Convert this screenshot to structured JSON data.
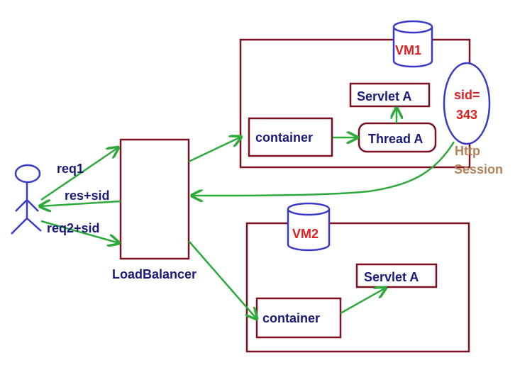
{
  "diagram": {
    "user": {
      "requests": [
        "req1",
        "res+sid",
        "req2+sid"
      ]
    },
    "load_balancer": {
      "label": "LoadBalancer"
    },
    "vm1": {
      "label": "VM1",
      "container": "container",
      "thread": "Thread A",
      "servlet": "Servlet A",
      "session_id_line1": "sid=",
      "session_id_line2": "343",
      "session_label_line1": "Http",
      "session_label_line2": "Session"
    },
    "vm2": {
      "label": "VM2",
      "container": "container",
      "servlet": "Servlet A"
    }
  },
  "colors": {
    "box": "#7a1020",
    "arrow": "#2eaa3c",
    "text": "#1a1a7a",
    "blue": "#3a3ac8",
    "red": "#e02020",
    "brown": "#b5835a"
  }
}
